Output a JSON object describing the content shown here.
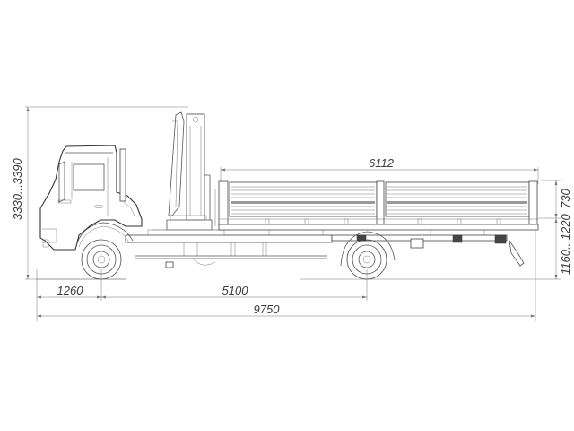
{
  "drawing": {
    "subject": "Flatbed truck with loader crane, side elevation",
    "colors": {
      "line": "#555555",
      "text": "#3a3a3a",
      "background": "#ffffff"
    }
  },
  "dimensions": {
    "overall_height": "3330...3390",
    "front_overhang": "1260",
    "wheelbase": "5100",
    "overall_length": "9750",
    "platform_length": "6112",
    "side_board_height": "730",
    "platform_floor_height": "1160...1220"
  }
}
